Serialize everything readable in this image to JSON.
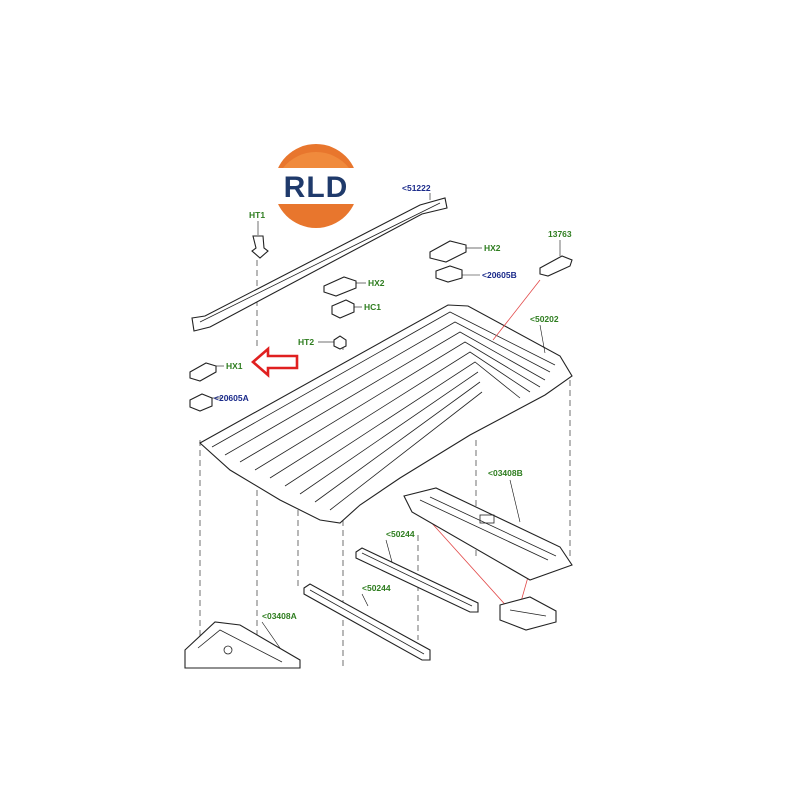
{
  "logo": {
    "text": "RLD",
    "colors": {
      "ring_top": "#e8762d",
      "ring_bottom": "#e8762d",
      "text": "#1f3a6b"
    }
  },
  "callouts": [
    {
      "id": "51222",
      "text": "<51222",
      "color": "blue"
    },
    {
      "id": "ht1",
      "text": "HT1",
      "color": "green"
    },
    {
      "id": "hx2-top",
      "text": "HX2",
      "color": "green"
    },
    {
      "id": "13763",
      "text": "13763",
      "color": "green"
    },
    {
      "id": "20605b",
      "text": "<20605B",
      "color": "blue"
    },
    {
      "id": "hx2-mid",
      "text": "HX2",
      "color": "green"
    },
    {
      "id": "hc1",
      "text": "HC1",
      "color": "green"
    },
    {
      "id": "50202",
      "text": "<50202",
      "color": "green"
    },
    {
      "id": "ht2",
      "text": "HT2",
      "color": "green"
    },
    {
      "id": "hx1",
      "text": "HX1",
      "color": "green"
    },
    {
      "id": "20605a",
      "text": "<20605A",
      "color": "blue"
    },
    {
      "id": "03408b",
      "text": "<03408B",
      "color": "green"
    },
    {
      "id": "50244-a",
      "text": "<50244",
      "color": "green"
    },
    {
      "id": "50244-b",
      "text": "<50244",
      "color": "green"
    },
    {
      "id": "03408a",
      "text": "<03408A",
      "color": "green"
    }
  ],
  "highlight": {
    "type": "arrow",
    "color": "#e02020",
    "points_to": "HX1"
  },
  "colors": {
    "green_label": "#2e7d1f",
    "blue_label": "#1a2a8a",
    "line": "#222222",
    "red_leader": "#e24a4a"
  }
}
